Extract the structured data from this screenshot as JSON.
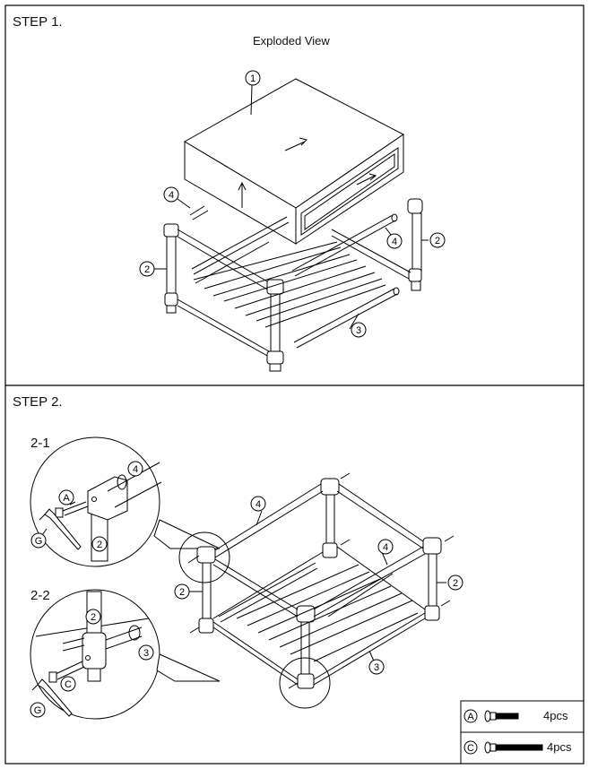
{
  "step1": {
    "title": "STEP 1.",
    "subtitle": "Exploded View",
    "callouts": [
      "1",
      "2",
      "2",
      "3",
      "4",
      "4"
    ]
  },
  "step2": {
    "title": "STEP 2.",
    "detail_1": "2-1",
    "detail_2": "2-2",
    "callouts": [
      "2",
      "2",
      "3",
      "4",
      "4"
    ],
    "detail_1_callouts": [
      "A",
      "G",
      "2",
      "4"
    ],
    "detail_2_callouts": [
      "2",
      "3",
      "C",
      "G"
    ]
  },
  "hardware": [
    {
      "letter": "A",
      "qty": "4pcs",
      "icon": "short-bolt-icon"
    },
    {
      "letter": "C",
      "qty": "4pcs",
      "icon": "long-bolt-icon"
    }
  ]
}
